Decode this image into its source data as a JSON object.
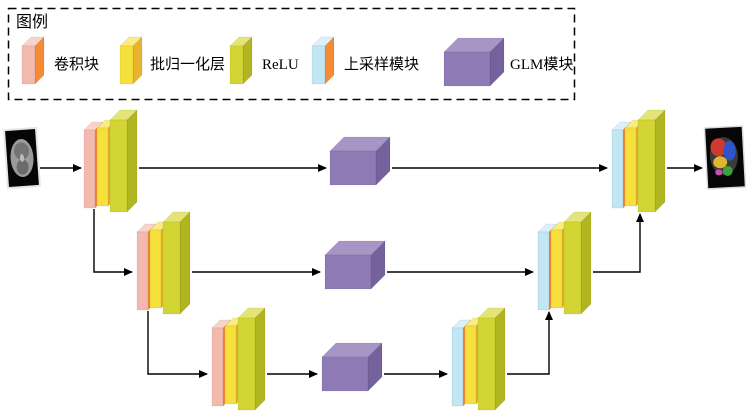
{
  "legend": {
    "title": "图例",
    "items": [
      {
        "id": "conv",
        "label": "卷积块"
      },
      {
        "id": "bn",
        "label": "批归一化层"
      },
      {
        "id": "relu",
        "label": "ReLU"
      },
      {
        "id": "upsample",
        "label": "上采样模块"
      },
      {
        "id": "glm",
        "label": "GLM模块"
      }
    ]
  },
  "colors": {
    "conv_front": "#f3b9af",
    "conv_top": "#f7d3c9",
    "conv_side": "#f68b33",
    "bn_front": "#f6e03b",
    "bn_top": "#faeb82",
    "bn_side": "#e9b32b",
    "relu_front": "#d3d534",
    "relu_top": "#e3e578",
    "relu_side": "#b1b51f",
    "up_front": "#c3e6f3",
    "up_top": "#dbf0f9",
    "up_side": "#f68b33",
    "glm_front": "#8e7ab5",
    "glm_top": "#a795c6",
    "glm_side": "#75629c",
    "arrow": "#000000"
  }
}
